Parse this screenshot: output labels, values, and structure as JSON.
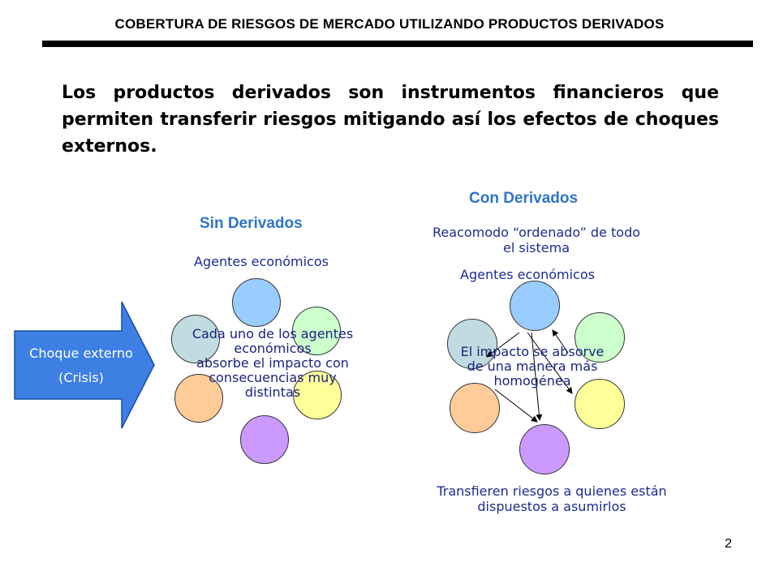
{
  "header": {
    "title": "COBERTURA DE RIESGOS DE MERCADO UTILIZANDO PRODUCTOS DERIVADOS"
  },
  "intro": {
    "text": "Los productos derivados son instrumentos financieros que permiten transferir riesgos mitigando así los efectos de choques externos."
  },
  "shock": {
    "line1": "Choque externo",
    "line2": "(Crisis)"
  },
  "without_derivatives": {
    "title": "Sin Derivados",
    "agents_label": "Agentes económicos",
    "overlay_lines": [
      "Cada uno de los agentes",
      "económicos",
      "absorbe el impacto con",
      "consecuencias muy",
      "distintas"
    ]
  },
  "with_derivatives": {
    "title": "Con Derivados",
    "top_lines": [
      "Reacomodo “ordenado” de todo",
      "el sistema"
    ],
    "agents_label": "Agentes económicos",
    "overlay_lines": [
      "El impacto se absorve",
      "de una manera más",
      "homogénea"
    ],
    "bottom_lines": [
      "Transfieren riesgos a quienes están",
      "dispuestos a asumirlos"
    ]
  },
  "agent_colors": [
    "#99ccff",
    "#ccffcc",
    "#ffff99",
    "#cc99ff",
    "#ffcc99",
    "#c0dce0"
  ],
  "accent_colors": {
    "title_blue": "#2e74c7",
    "shock_fill": "#3d7fe3",
    "label_navy": "#1c2b8f"
  },
  "page": {
    "number": "2"
  }
}
